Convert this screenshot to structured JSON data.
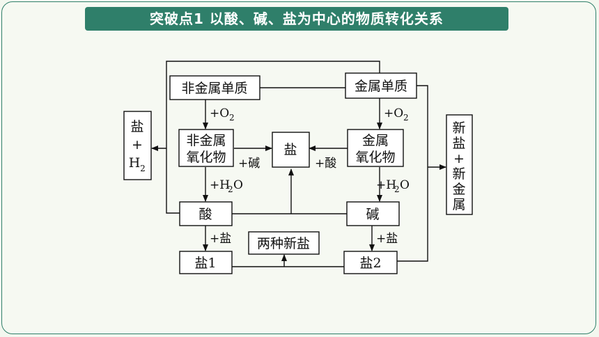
{
  "title": "突破点1  以酸、碱、盐为中心的物质转化关系",
  "nodes": {
    "nonmetal_element": "非金属单质",
    "metal_element": "金属单质",
    "nonmetal_oxide_1": "非金属",
    "nonmetal_oxide_2": "氧化物",
    "metal_oxide_1": "金属",
    "metal_oxide_2": "氧化物",
    "salt_center": "盐",
    "acid": "酸",
    "base": "碱",
    "salt1": "盐1",
    "salt2": "盐2",
    "two_new_salts": "两种新盐",
    "salt_h2_top": "盐",
    "salt_h2_plus": "+",
    "salt_h2_h": "H",
    "salt_h2_sub": "2",
    "new_salt_metal": [
      "新",
      "盐",
      "+",
      "新",
      "金",
      "属"
    ]
  },
  "labels": {
    "plus_o2_left": "+O",
    "plus_o2_left_sub": "2",
    "plus_o2_right": "+O",
    "plus_o2_right_sub": "2",
    "plus_base": "+碱",
    "plus_acid": "+酸",
    "plus_h2o_left_a": "+H",
    "plus_h2o_left_sub": "2",
    "plus_h2o_left_b": "O",
    "plus_h2o_right_a": "+H",
    "plus_h2o_right_sub": "2",
    "plus_h2o_right_b": "O",
    "plus_salt_left": "+盐",
    "plus_salt_right": "+盐"
  }
}
